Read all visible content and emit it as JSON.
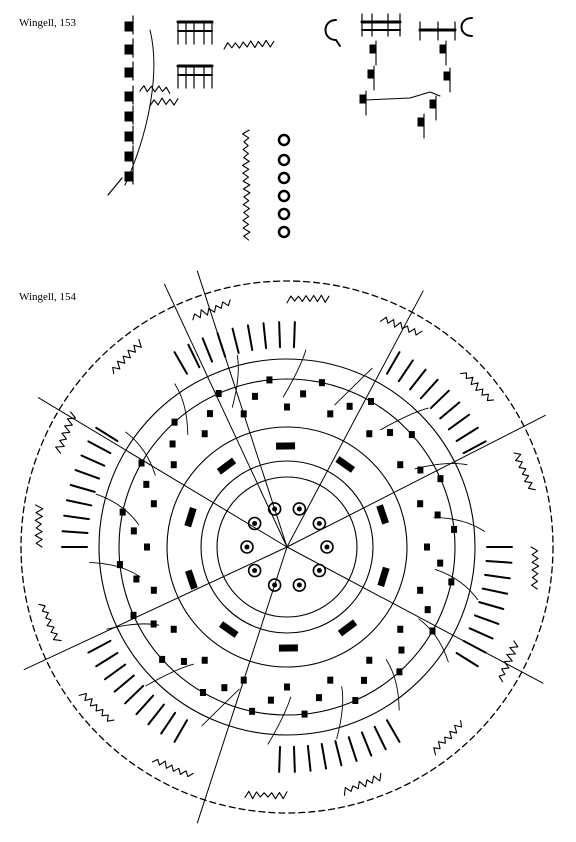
{
  "figures": [
    {
      "id": "fig-153",
      "caption": "Wingell, 153"
    },
    {
      "id": "fig-154",
      "caption": "Wingell, 154"
    }
  ],
  "colors": {
    "ink": "#000000",
    "paper": "#ffffff"
  }
}
